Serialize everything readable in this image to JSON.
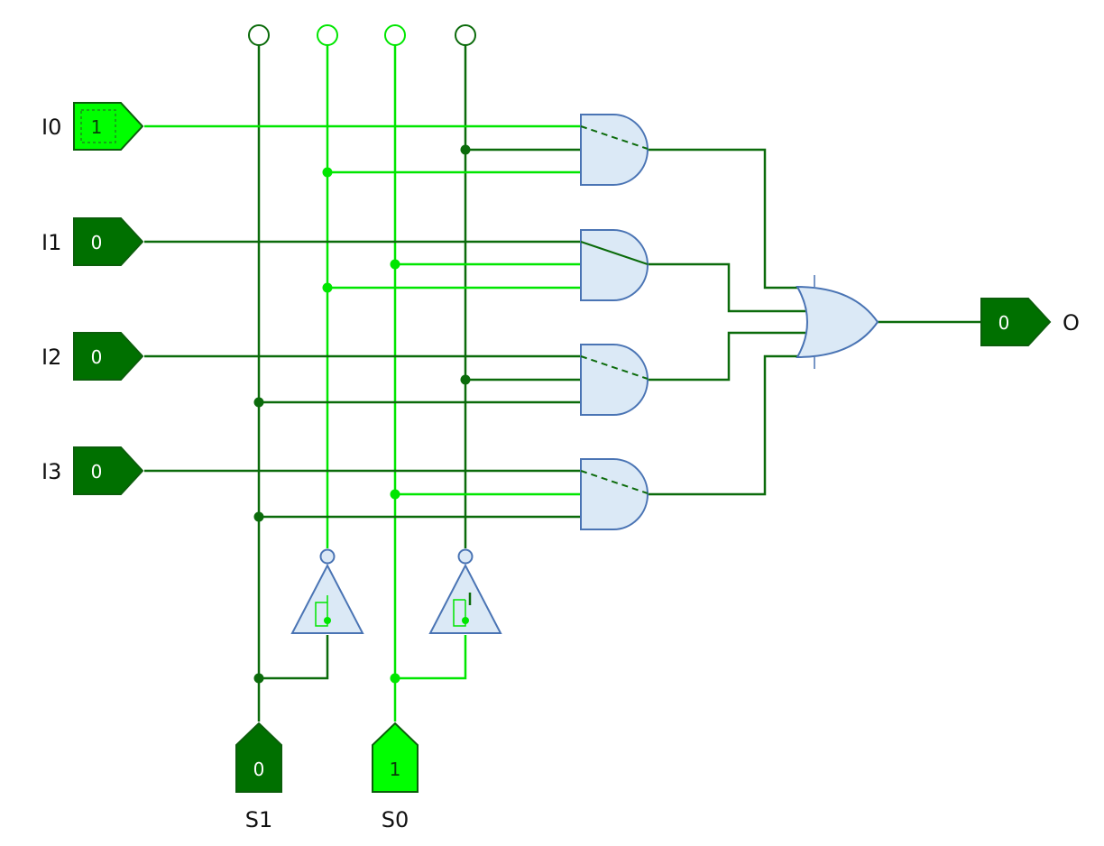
{
  "colors": {
    "wire_low": "#0b6b0b",
    "wire_high": "#00e600",
    "pin_low_fill": "#007000",
    "pin_high_fill": "#00ff00",
    "pin_stroke": "#0b5e0b",
    "gate_fill": "#dbe9f6",
    "gate_stroke": "#4a74b4"
  },
  "inputs": [
    {
      "label": "I0",
      "value": "1",
      "state": "high"
    },
    {
      "label": "I1",
      "value": "0",
      "state": "low"
    },
    {
      "label": "I2",
      "value": "0",
      "state": "low"
    },
    {
      "label": "I3",
      "value": "0",
      "state": "low"
    }
  ],
  "selects": [
    {
      "label": "S1",
      "value": "0",
      "state": "low"
    },
    {
      "label": "S0",
      "value": "1",
      "state": "high"
    }
  ],
  "output": {
    "label": "O",
    "value": "0",
    "state": "low"
  },
  "gates": {
    "and": [
      {
        "name": "and-gate-0",
        "state": "low"
      },
      {
        "name": "and-gate-1",
        "state": "low"
      },
      {
        "name": "and-gate-2",
        "state": "low"
      },
      {
        "name": "and-gate-3",
        "state": "low"
      }
    ],
    "or": {
      "name": "or-gate",
      "state": "low"
    },
    "not": [
      {
        "name": "not-gate-s1",
        "state": "high"
      },
      {
        "name": "not-gate-s0",
        "state": "low"
      }
    ]
  }
}
